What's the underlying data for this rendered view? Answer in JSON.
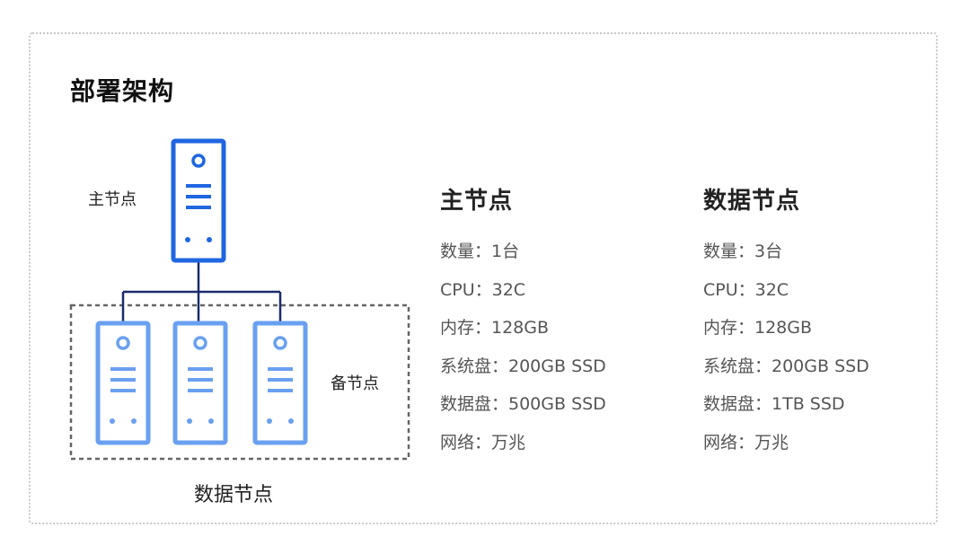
{
  "title": "部署架构",
  "diagram": {
    "master_label": "主节点",
    "standby_label": "备节点",
    "group_label": "数据节点",
    "colors": {
      "master": "#1f66e0",
      "standby": "#6aa0f0",
      "connector": "#1a2b6b",
      "group_border": "#666666"
    }
  },
  "columns": [
    {
      "title": "主节点",
      "specs": [
        "数量：1台",
        "CPU：32C",
        "内存：128GB",
        "系统盘：200GB SSD",
        "数据盘：500GB SSD",
        "网络：万兆"
      ]
    },
    {
      "title": "数据节点",
      "specs": [
        "数量：3台",
        "CPU：32C",
        "内存：128GB",
        "系统盘：200GB SSD",
        "数据盘：1TB SSD",
        "网络：万兆"
      ]
    }
  ]
}
